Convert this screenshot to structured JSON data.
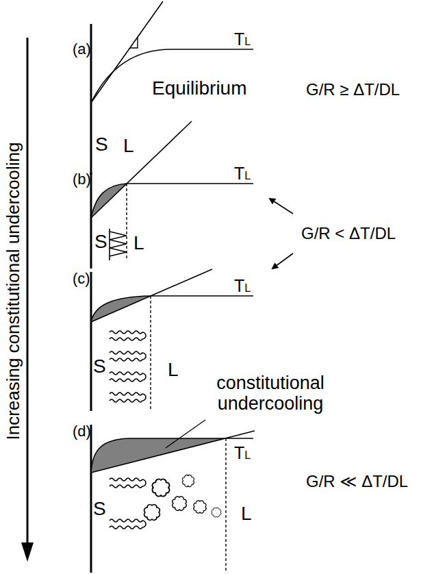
{
  "diagram": {
    "labels": [
      "Increasing constitutional undercooling",
      "(a)",
      "TL",
      "Equilibrium",
      "G/R ≥ ΔT/DL",
      "S",
      "L",
      "(b)",
      "TL",
      "S",
      "L",
      "G/R < ΔT/DL",
      "(c)",
      "TL",
      "S",
      "L",
      "constitutional undercooling",
      "(d)",
      "TL",
      "S",
      "L",
      "G/R ≪ ΔT/DL"
    ]
  }
}
